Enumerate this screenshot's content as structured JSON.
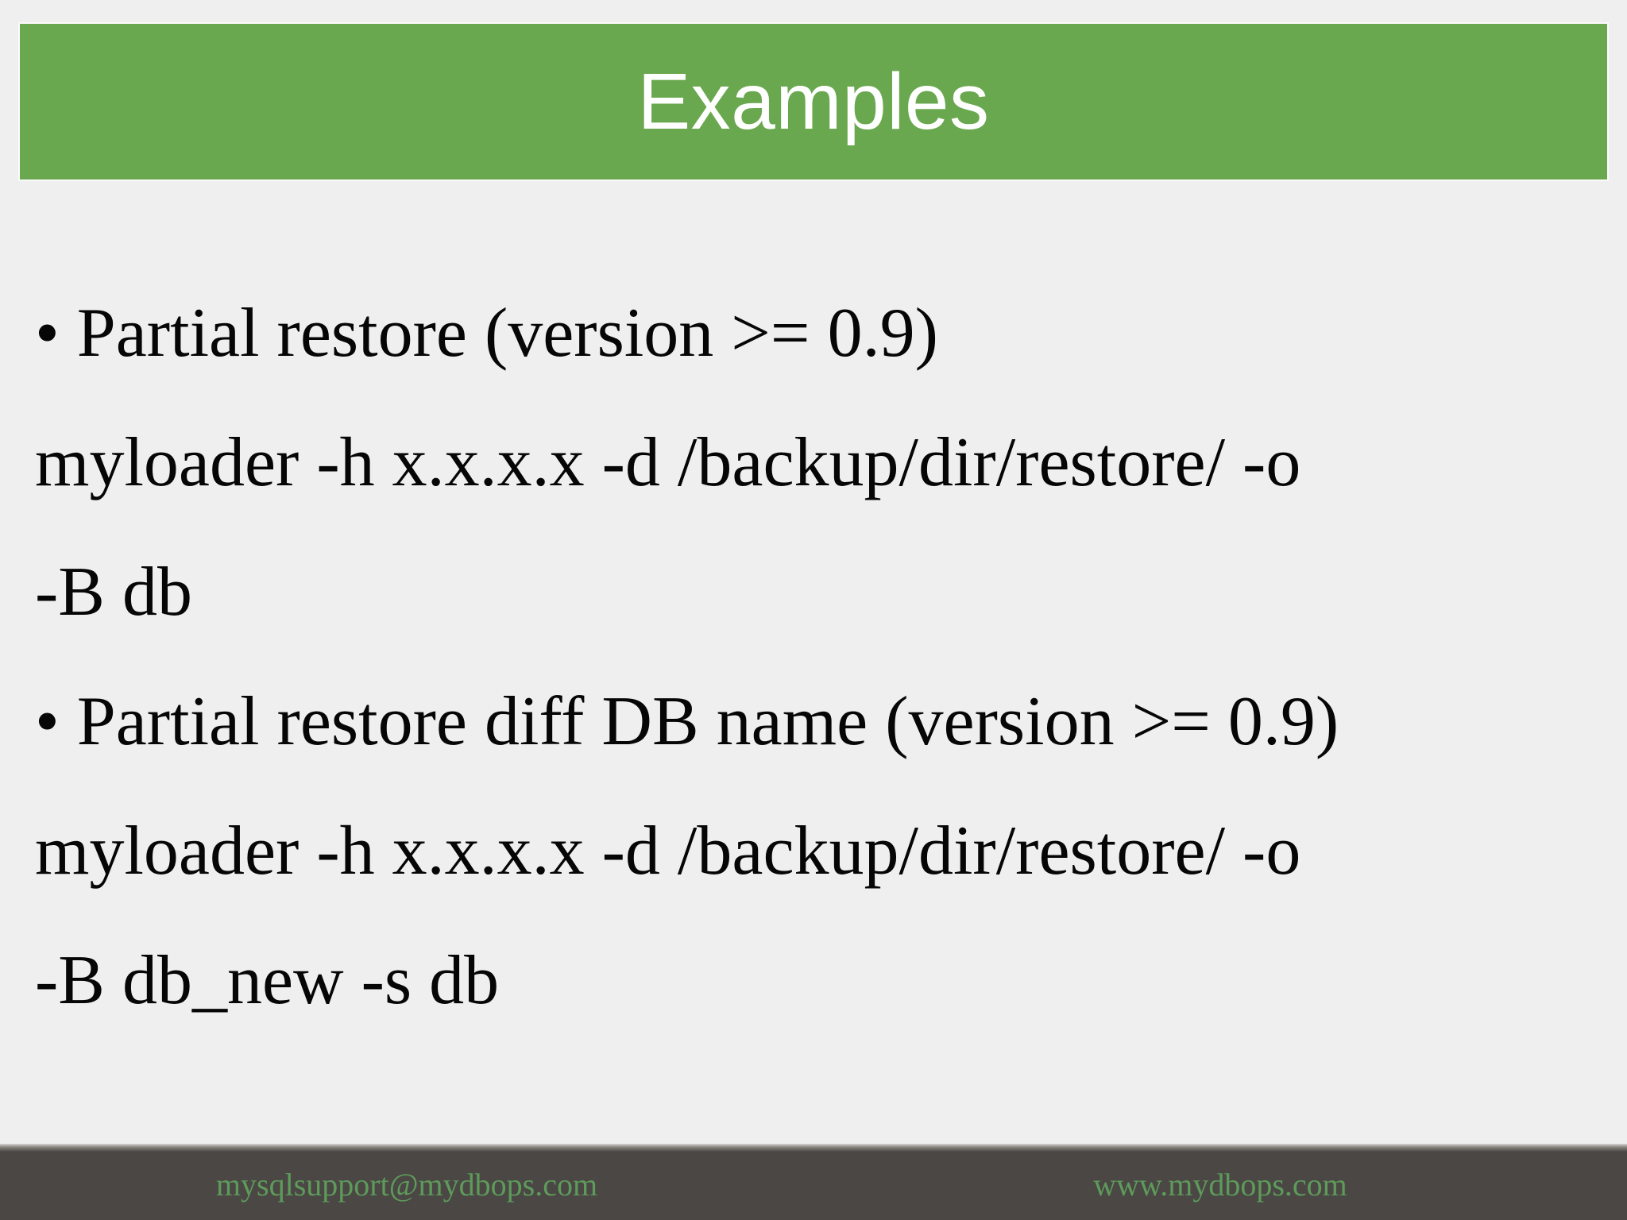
{
  "slide": {
    "title": "Examples",
    "content": {
      "lines": [
        "• Partial restore (version >= 0.9)",
        "myloader -h x.x.x.x -d /backup/dir/restore/ -o",
        "-B db",
        "• Partial restore diff DB name (version >= 0.9)",
        "myloader -h x.x.x.x -d /backup/dir/restore/ -o",
        "-B db_new -s db"
      ]
    },
    "footer": {
      "email": "mysqlsupport@mydbops.com",
      "website": "www.mydbops.com"
    },
    "colors": {
      "header_green": "#6aa84f",
      "slide_background": "#efefef",
      "footer_dark": "#4a4745",
      "footer_text_green": "#5e9a5a",
      "title_text": "#ffffff",
      "body_text": "#060606"
    }
  }
}
